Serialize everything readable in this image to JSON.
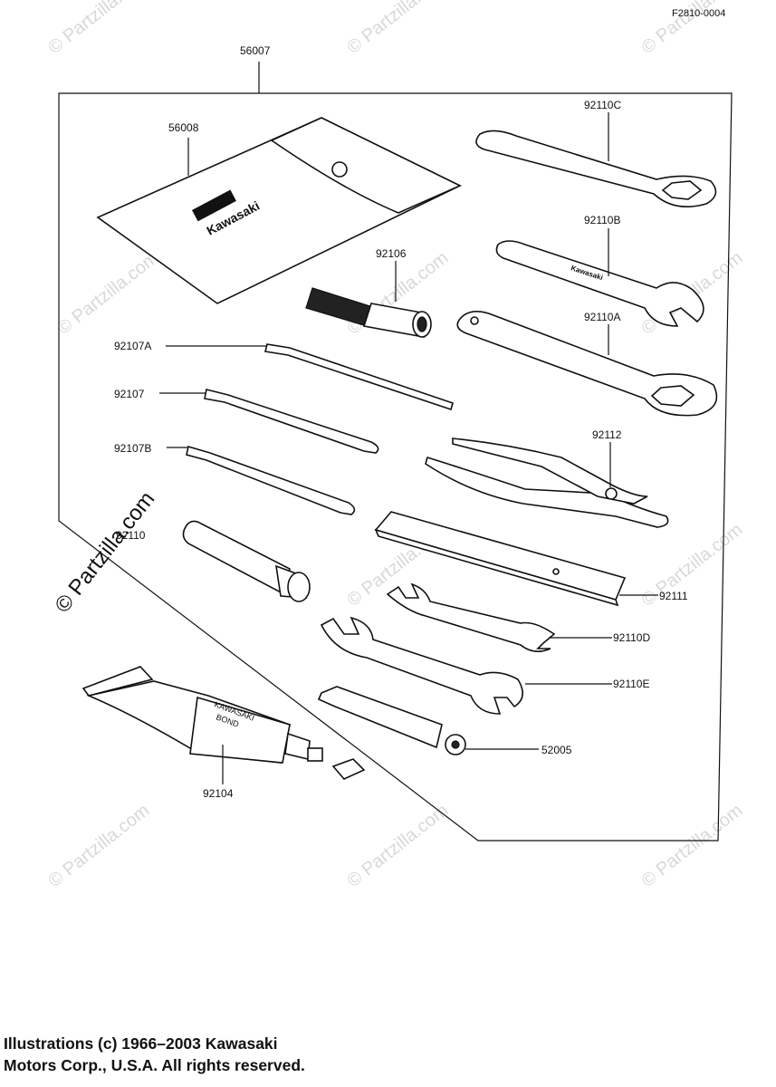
{
  "figure_code": "F2810-0004",
  "callouts": {
    "kit": "56007",
    "pouch": "56008",
    "wrench_92110c": "92110C",
    "wrench_92110b": "92110B",
    "wrench_92110a": "92110A",
    "handle_92106": "92106",
    "screwdriver_92107a": "92107A",
    "screwdriver_92107": "92107",
    "screwdriver_92107b": "92107B",
    "socket_wrench_92110": "92110",
    "pliers_92112": "92112",
    "bar_92111": "92111",
    "wrench_92110d": "92110D",
    "wrench_92110e": "92110E",
    "gauge_52005": "52005",
    "tube_92104": "92104"
  },
  "pouch_brand": "Kawasaki",
  "wrench_brand": "Kawasaki",
  "tube_text_line1": "KAWASAKI",
  "tube_text_line2": "BOND",
  "watermark": "© Partzilla.com",
  "copyright_line1": "Illustrations (c) 1966–2003 Kawasaki",
  "copyright_line2": "Motors Corp., U.S.A.  All rights reserved."
}
